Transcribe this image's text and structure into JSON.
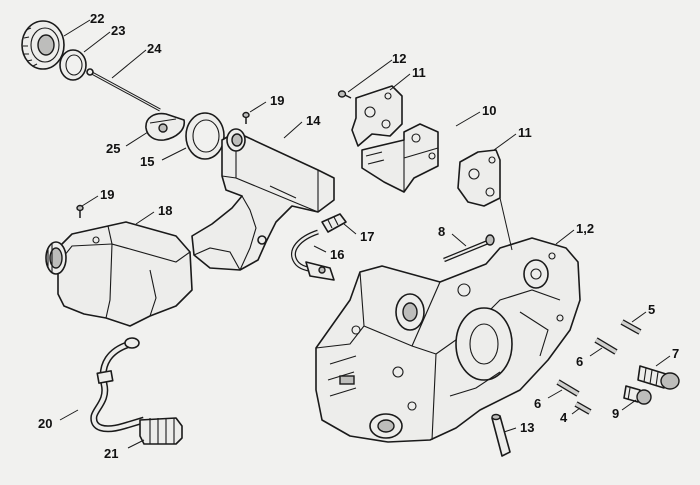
{
  "parts": [
    {
      "id": "p22",
      "label": "22"
    },
    {
      "id": "p23",
      "label": "23"
    },
    {
      "id": "p24",
      "label": "24"
    },
    {
      "id": "p25",
      "label": "25"
    },
    {
      "id": "p15",
      "label": "15"
    },
    {
      "id": "p19a",
      "label": "19"
    },
    {
      "id": "p14",
      "label": "14"
    },
    {
      "id": "p12",
      "label": "12"
    },
    {
      "id": "p11a",
      "label": "11"
    },
    {
      "id": "p10",
      "label": "10"
    },
    {
      "id": "p11b",
      "label": "11"
    },
    {
      "id": "p19b",
      "label": "19"
    },
    {
      "id": "p18",
      "label": "18"
    },
    {
      "id": "p17",
      "label": "17"
    },
    {
      "id": "p16",
      "label": "16"
    },
    {
      "id": "p8",
      "label": "8"
    },
    {
      "id": "p1_2",
      "label": "1,2"
    },
    {
      "id": "p5",
      "label": "5"
    },
    {
      "id": "p6a",
      "label": "6"
    },
    {
      "id": "p7",
      "label": "7"
    },
    {
      "id": "p6b",
      "label": "6"
    },
    {
      "id": "p9",
      "label": "9"
    },
    {
      "id": "p4",
      "label": "4"
    },
    {
      "id": "p13",
      "label": "13"
    },
    {
      "id": "p20",
      "label": "20"
    },
    {
      "id": "p21",
      "label": "21"
    }
  ]
}
